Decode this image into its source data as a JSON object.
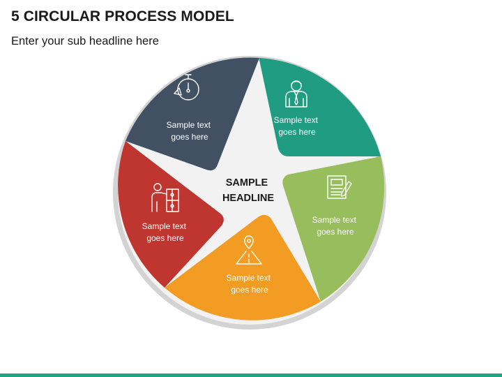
{
  "header": {
    "title": "5 CIRCULAR PROCESS MODEL",
    "subtitle": "Enter your sub headline here"
  },
  "diagram": {
    "center": {
      "line1": "SAMPLE",
      "line2": "HEADLINE"
    },
    "segments": [
      {
        "line1": "Sample text",
        "line2": "goes here",
        "color": "#415163",
        "icon": "stopwatch-icon"
      },
      {
        "line1": "Sample text",
        "line2": "goes here",
        "color": "#1f9c81",
        "icon": "businessman-icon"
      },
      {
        "line1": "Sample text",
        "line2": "goes here",
        "color": "#98bd5c",
        "icon": "document-pen-icon"
      },
      {
        "line1": "Sample text",
        "line2": "goes here",
        "color": "#f39c24",
        "icon": "road-pin-icon"
      },
      {
        "line1": "Sample text",
        "line2": "goes here",
        "color": "#bf3630",
        "icon": "person-puzzle-icon"
      }
    ],
    "ring_color": "#d3d3d3",
    "inner_color": "#f2f2f2"
  },
  "footer": {
    "accent_color": "#1fa488"
  }
}
